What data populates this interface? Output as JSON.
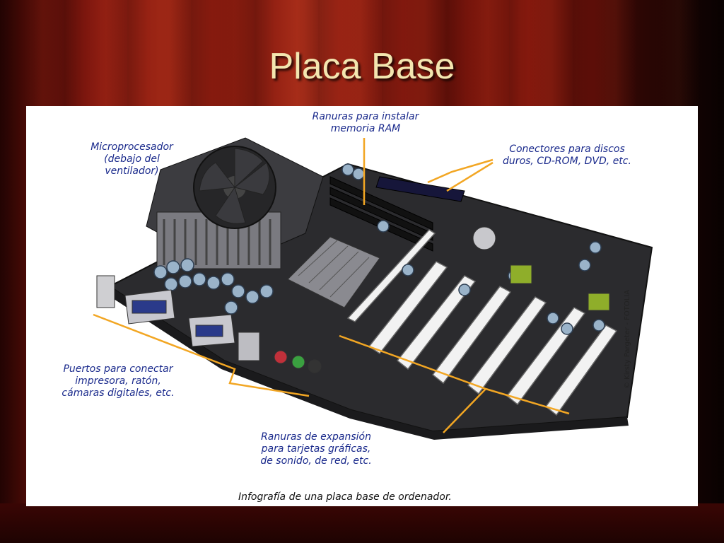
{
  "slide": {
    "title": "Placa Base"
  },
  "diagram": {
    "labels": {
      "cpu": "Microprocesador\n(debajo del\nventilador)",
      "ram": "Ranuras para instalar\nmemoria RAM",
      "disk": "Conectores para discos\nduros, CD-ROM, DVD, etc.",
      "ports": "Puertos para conectar\nimpresora, ratón,\ncámaras digitales, etc.",
      "expansion": "Ranuras de expansión\npara tarjetas gráficas,\nde sonido, de red, etc."
    },
    "caption": "Infografía de una placa base de ordenador.",
    "credit": "© Kirsty Pargeter - FOTOLIA",
    "colors": {
      "label_text": "#1a2a8c",
      "leader_line": "#f2a623",
      "board": "#2b2b2e"
    }
  }
}
